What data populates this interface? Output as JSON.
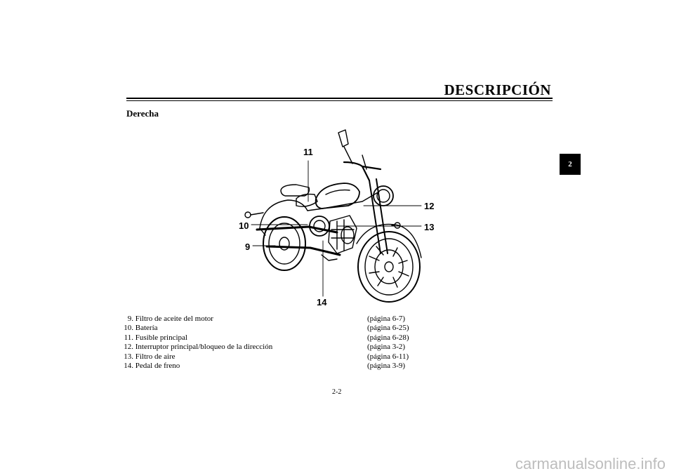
{
  "header": {
    "title": "DESCRIPCIÓN",
    "section_tab": "2"
  },
  "section": {
    "subtitle": "Derecha"
  },
  "callouts": {
    "c9": "9",
    "c10": "10",
    "c11": "11",
    "c12": "12",
    "c13": "13",
    "c14": "14"
  },
  "legend": [
    {
      "num": "9.",
      "label": "Filtro de aceite del motor",
      "ref": "(página 6-7)"
    },
    {
      "num": "10.",
      "label": "Batería",
      "ref": "(página 6-25)"
    },
    {
      "num": "11.",
      "label": "Fusible principal",
      "ref": "(página 6-28)"
    },
    {
      "num": "12.",
      "label": "Interruptor principal/bloqueo de la dirección",
      "ref": "(página 3-2)"
    },
    {
      "num": "13.",
      "label": "Filtro de aire",
      "ref": "(página 6-11)"
    },
    {
      "num": "14.",
      "label": "Pedal de freno",
      "ref": "(página 3-9)"
    }
  ],
  "footer": {
    "page_number": "2-2",
    "watermark": "carmanualsonline.info"
  }
}
